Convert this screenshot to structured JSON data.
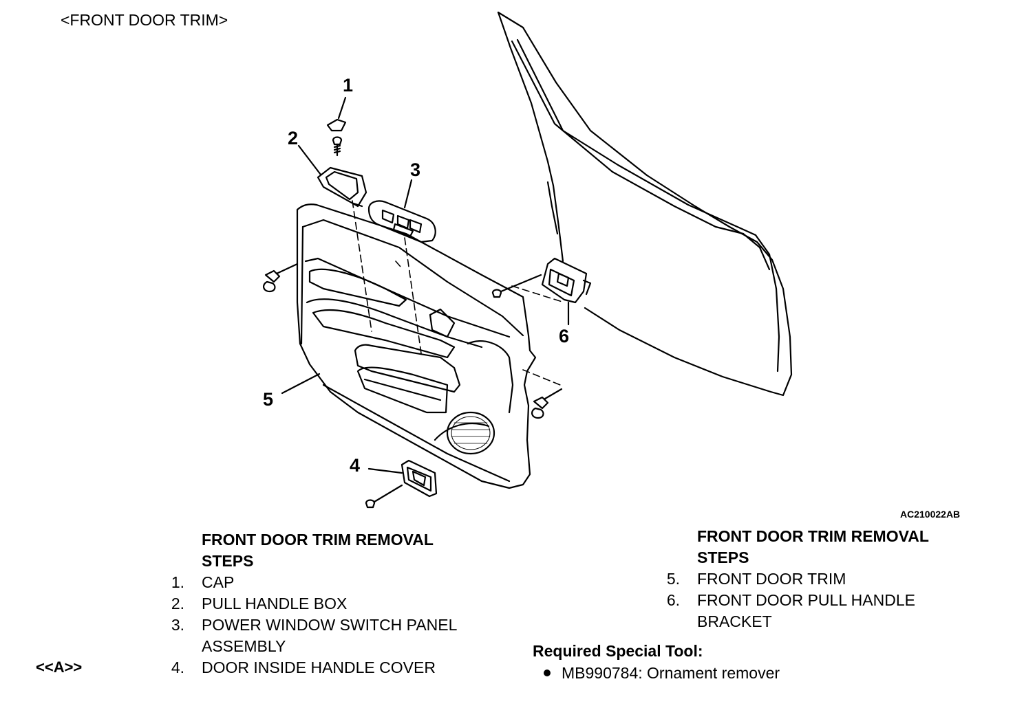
{
  "section_title": "<FRONT DOOR TRIM>",
  "figure_code": "AC210022AB",
  "callouts": [
    "1",
    "2",
    "3",
    "4",
    "5",
    "6"
  ],
  "left_column": {
    "heading_line1": "FRONT DOOR TRIM REMOVAL",
    "heading_line2": "STEPS",
    "marker": "<<A>>",
    "steps": [
      {
        "num": "1.",
        "lines": [
          "CAP"
        ]
      },
      {
        "num": "2.",
        "lines": [
          "PULL HANDLE BOX"
        ]
      },
      {
        "num": "3.",
        "lines": [
          "POWER WINDOW SWITCH PANEL",
          "ASSEMBLY"
        ]
      },
      {
        "num": "4.",
        "lines": [
          "DOOR INSIDE HANDLE COVER"
        ]
      }
    ]
  },
  "right_column": {
    "heading_line1": "FRONT DOOR TRIM REMOVAL",
    "heading_line2": "STEPS",
    "steps": [
      {
        "num": "5.",
        "lines": [
          "FRONT DOOR TRIM"
        ]
      },
      {
        "num": "6.",
        "lines": [
          "FRONT DOOR PULL HANDLE",
          "BRACKET"
        ]
      }
    ]
  },
  "special_tool": {
    "heading": "Required Special Tool:",
    "items": [
      "MB990784: Ornament remover"
    ]
  }
}
